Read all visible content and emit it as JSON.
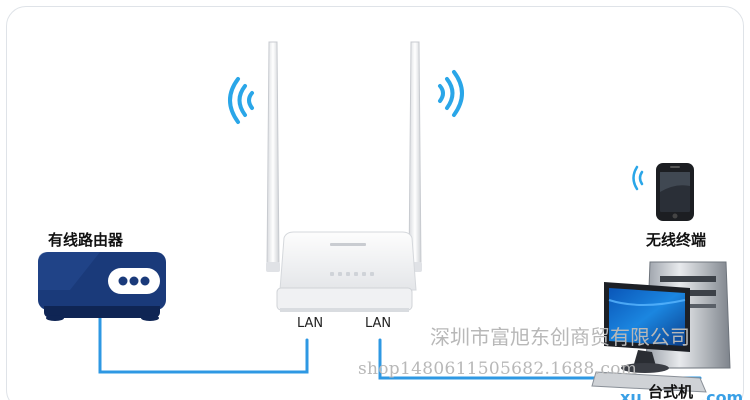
{
  "labels": {
    "wired_router": "有线路由器",
    "wireless_terminal": "无线终端",
    "desktop": "台式机",
    "lan_left": "LAN",
    "lan_right": "LAN"
  },
  "watermark": {
    "company": "深圳市富旭东创商贸有限公司",
    "shop": "shop1480611505682.1688.com",
    "site_prefix": "xu",
    "site_suffix": ".com"
  },
  "icons": {
    "wifi_left": "wifi-waves-icon",
    "wifi_right": "wifi-waves-icon",
    "wifi_phone": "wifi-waves-icon",
    "router_dots": "three-dots-icon"
  },
  "colors": {
    "cable": "#2e98e3",
    "wifi": "#2aa6e8",
    "wired_router_body": "#1a3a7a",
    "router_white": "#f2f3f5"
  }
}
